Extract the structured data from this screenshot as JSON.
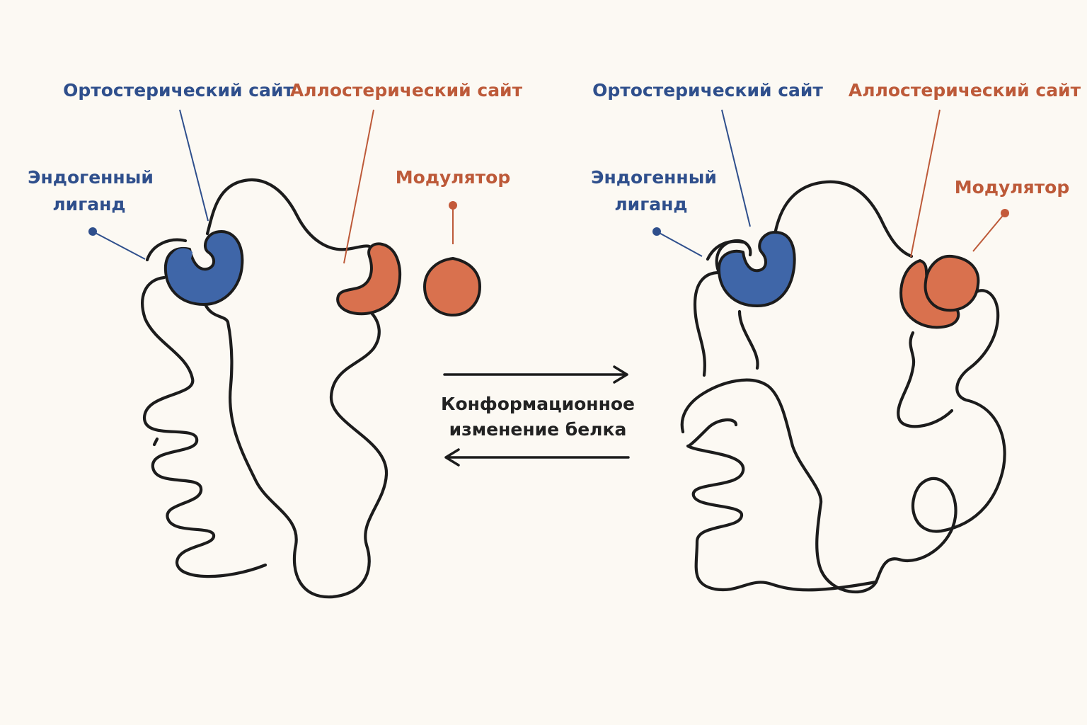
{
  "colors": {
    "background": "#fcf9f3",
    "orthosteric": "#3f66a8",
    "allosteric": "#d9714e",
    "chain": "#1c1c1c",
    "label_blue": "#2f4f8c",
    "label_red": "#bd5a39"
  },
  "left_state": {
    "orthosteric_label": "Ортостерический сайт",
    "allosteric_label": "Аллостерический сайт",
    "endogenous_ligand_line1": "Эндогенный",
    "endogenous_ligand_line2": "лиганд",
    "modulator_label": "Модулятор"
  },
  "right_state": {
    "orthosteric_label": "Ортостерический сайт",
    "allosteric_label": "Аллостерический сайт",
    "endogenous_ligand_line1": "Эндогенный",
    "endogenous_ligand_line2": "лиганд",
    "modulator_label": "Модулятор"
  },
  "center": {
    "caption_line1": "Конформационное",
    "caption_line2": "изменение белка"
  }
}
